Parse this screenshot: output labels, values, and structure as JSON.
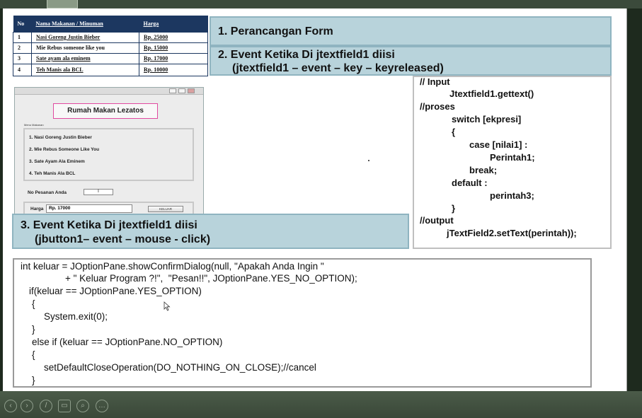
{
  "menu_table": {
    "headers": [
      "No",
      "Nama Makanan / Minuman",
      "Harga"
    ],
    "rows": [
      {
        "no": "1",
        "item": "Nasi Goreng Justin Bieber",
        "price": "Rp. 25000"
      },
      {
        "no": "2",
        "item": "Mie Rebus someone like you",
        "price": "Rp. 15000"
      },
      {
        "no": "3",
        "item": "Sate ayam ala eminem",
        "price": "Rp. 17000"
      },
      {
        "no": "4",
        "item": "Teh Manis ala BCL",
        "price": "Rp. 10000"
      }
    ]
  },
  "app": {
    "title": "Rumah Makan Lezatos",
    "menu_label": "Menu Makanan",
    "menu_items": [
      "1. Nasi Goreng Justin Bieber",
      "2. Mie Rebus Someone Like You",
      "3. Sate Ayam Ala Eminem",
      "4. Teh Manis Ala BCL"
    ],
    "order_label": "No Pesanan Anda",
    "order_value": "I",
    "price_label": "Harga",
    "price_value": "Rp. 17000",
    "exit_button": "KELUAR"
  },
  "headings": {
    "h1": "1. Perancangan Form",
    "h2_line1": "2. Event Ketika Di jtextfield1 diisi",
    "h2_line2": "(jtextfield1 – event – key – keyreleased)",
    "h3_line1": "3. Event Ketika Di jtextfield1 diisi",
    "h3_line2": "(jbutton1– event – mouse - click)"
  },
  "pseudocode": [
    "// Input",
    "Jtextfield1.gettext()",
    "//proses",
    "switch [ekpresi]",
    "{",
    "case [nilai1] :",
    "Perintah1;",
    "break;",
    "default :",
    "perintah3;",
    "}",
    "//output",
    "jTextField2.setText(perintah));"
  ],
  "code": [
    "int keluar = JOptionPane.showConfirmDialog(null, \"Apakah Anda Ingin \"",
    "+ \" Keluar Program ?!\",  \"Pesan!!\", JOptionPane.YES_NO_OPTION);",
    "if(keluar == JOptionPane.YES_OPTION)",
    "{",
    "System.exit(0);",
    "}",
    "else if (keluar == JOptionPane.NO_OPTION)",
    "{",
    "setDefaultCloseOperation(DO_NOTHING_ON_CLOSE);//cancel",
    "}"
  ],
  "icons": [
    "previous-icon",
    "next-icon",
    "pen-icon",
    "slides-icon",
    "zoom-icon",
    "more-icon"
  ],
  "colors": {
    "heading_bg": "#b8d3db",
    "table_header": "#1c3760",
    "bottom_bar": "#4b5b49"
  }
}
